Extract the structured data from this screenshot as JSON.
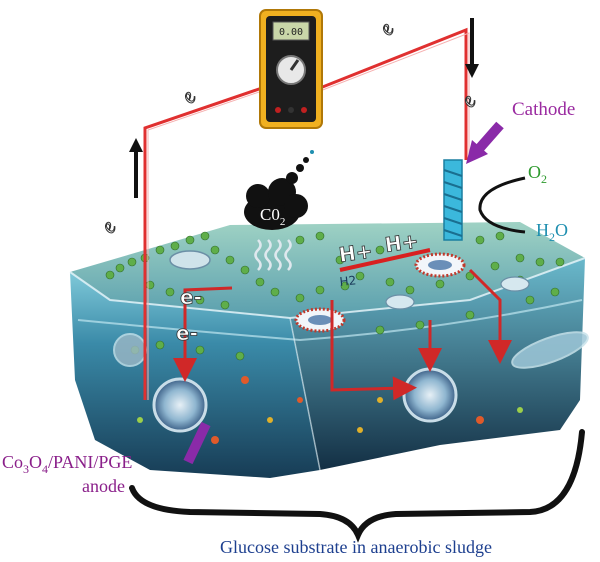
{
  "meter": {
    "display": "0.00"
  },
  "electron_marks": [
    "e",
    "e",
    "e",
    "e"
  ],
  "labels": {
    "cathode": "Cathode",
    "oxygen_base": "O",
    "oxygen_sub": "2",
    "water_base": "H",
    "water_sub": "2",
    "water_tail": "O",
    "co2_base": "C0",
    "co2_sub": "2",
    "proton_left": "H+",
    "proton_right": "H+",
    "electron_upper": "e-",
    "electron_lower": "e-",
    "h2_bubble": "H2",
    "anode_line1_parts": [
      "Co",
      "3",
      "O",
      "4",
      "/PANI/PGE"
    ],
    "anode_line2": "anode",
    "substrate": "Glucose substrate in anaerobic sludge"
  },
  "colors": {
    "wire": "#e03030",
    "arrow_purple": "#8a2aa8",
    "cathode_text": "#9a2aa0",
    "oxygen_text": "#2e9a2e",
    "water_text": "#1f8fb0",
    "anode_text": "#8a1f8a",
    "substrate_text": "#1d3f8f",
    "meter_body": "#f0b020",
    "water_dark": "#1e4d6b",
    "water_light": "#7fc9d9",
    "biofilm_green": "#5fae4a"
  }
}
